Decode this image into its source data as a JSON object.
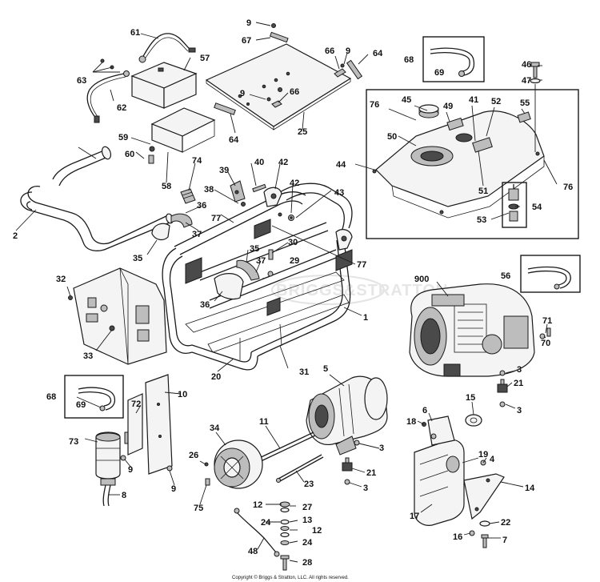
{
  "diagram": {
    "watermark": "BRIGGS&STRATTON",
    "copyright": "Copyright © Briggs & Stratton, LLC. All rights reserved.",
    "callouts": {
      "c1": "1",
      "c2": "2",
      "c3a": "3",
      "c3b": "3",
      "c3c": "3",
      "c3d": "3",
      "c4": "4",
      "c5": "5",
      "c6": "6",
      "c7": "7",
      "c8": "8",
      "c9a": "9",
      "c9b": "9",
      "c9c": "9",
      "c9d": "9",
      "c9e": "9",
      "c10": "10",
      "c11": "11",
      "c12a": "12",
      "c12b": "12",
      "c13": "13",
      "c14": "14",
      "c15": "15",
      "c16": "16",
      "c17": "17",
      "c18": "18",
      "c19": "19",
      "c20": "20",
      "c21a": "21",
      "c21b": "21",
      "c22": "22",
      "c23": "23",
      "c24a": "24",
      "c24b": "24",
      "c25": "25",
      "c26": "26",
      "c27": "27",
      "c28": "28",
      "c29": "29",
      "c30": "30",
      "c31": "31",
      "c32": "32",
      "c33": "33",
      "c34": "34",
      "c35a": "35",
      "c35b": "35",
      "c36a": "36",
      "c36b": "36",
      "c37a": "37",
      "c37b": "37",
      "c38": "38",
      "c39": "39",
      "c40": "40",
      "c41": "41",
      "c42a": "42",
      "c42b": "42",
      "c43": "43",
      "c44": "44",
      "c45": "45",
      "c46": "46",
      "c47": "47",
      "c48": "48",
      "c49": "49",
      "c50": "50",
      "c51": "51",
      "c52": "52",
      "c53": "53",
      "c54": "54",
      "c55": "55",
      "c56": "56",
      "c57": "57",
      "c58": "58",
      "c59": "59",
      "c60": "60",
      "c61": "61",
      "c62": "62",
      "c63": "63",
      "c64a": "64",
      "c64b": "64",
      "c66a": "66",
      "c66b": "66",
      "c67": "67",
      "c68a": "68",
      "c68b": "68",
      "c69a": "69",
      "c69b": "69",
      "c70": "70",
      "c71": "71",
      "c72": "72",
      "c73": "73",
      "c74": "74",
      "c75": "75",
      "c76a": "76",
      "c76b": "76",
      "c77a": "77",
      "c77b": "77",
      "c900": "900"
    }
  }
}
